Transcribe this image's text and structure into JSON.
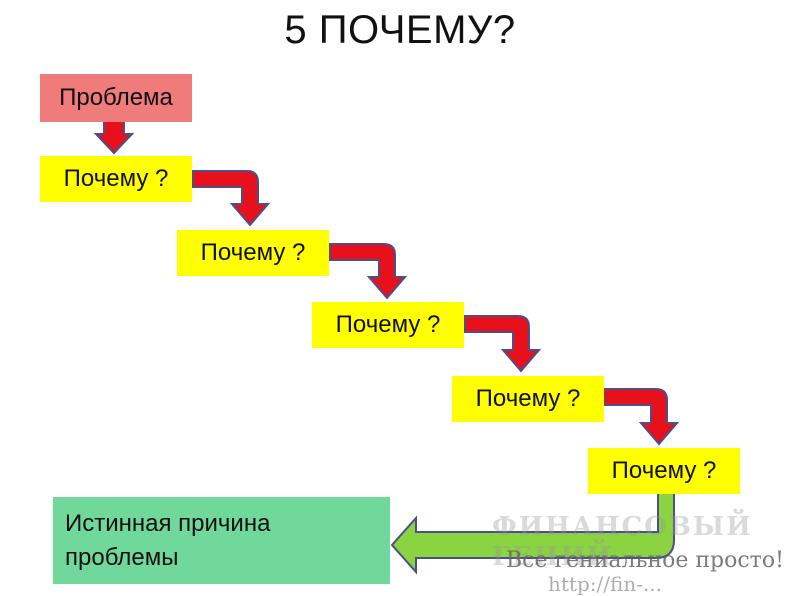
{
  "title": "5 ПОЧЕМУ?",
  "problem_label": "Проблема",
  "why_steps": [
    "Почему ?",
    "Почему ?",
    "Почему ?",
    "Почему ?",
    "Почему ?"
  ],
  "root_cause_label": "Истинная причина проблемы",
  "watermark": {
    "line1": "ФИНАНСОВЫЙ ГЕНИЙ",
    "line2": "Все гениальное просто!",
    "line3": "http://fin-..."
  },
  "colors": {
    "problem": "#f07b7b",
    "why": "#ffff00",
    "root_cause": "#6fd89a",
    "arrow_red": "#e8101a",
    "arrow_green": "#8ad341",
    "arrow_outline": "#4b4f8a"
  }
}
